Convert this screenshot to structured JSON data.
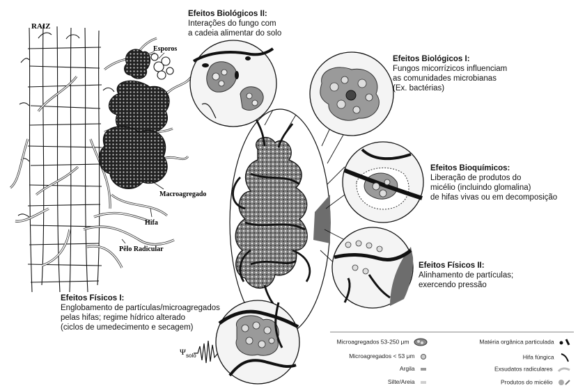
{
  "colors": {
    "line": "#111111",
    "fill_dark": "#2a2a2a",
    "fill_mid": "#8a8a8a",
    "fill_light": "#d6d6d6",
    "wedge": "#6d6d6d"
  },
  "root_panel": {
    "raiz": "RAIZ",
    "esporos": "Esporos",
    "macroagregado": "Macroagregado",
    "hifa": "Hifa",
    "pelo_radicular": "Pêlo Radicular"
  },
  "effects": {
    "bio2": {
      "title": "Efeitos Biológicos II:",
      "lines": [
        "Interações do fungo com",
        "a cadeia alimentar do solo"
      ]
    },
    "bio1": {
      "title": "Efeitos Biológicos I:",
      "lines": [
        "Fungos micorrízicos influenciam",
        "as comunidades microbianas",
        "(Ex. bactérias)"
      ]
    },
    "bioq": {
      "title": "Efeitos Bioquímicos:",
      "lines": [
        "Liberação de produtos do",
        "micélio (incluindo glomalina)",
        "de hifas vivas ou em decomposição"
      ]
    },
    "fis2": {
      "title": "Efeitos Físicos II:",
      "lines": [
        "Alinhamento de partículas;",
        "exercendo pressão"
      ]
    },
    "fis1": {
      "title": "Efeitos Físicos I:",
      "lines": [
        "Englobamento de partículas/microagregados",
        "pelas hifas; regime hídrico alterado",
        "(ciclos de umedecimento e secagem)"
      ]
    }
  },
  "psi_label": "Ψ",
  "psi_sub": "solo",
  "legend": {
    "micro_large": "Microagregados 53-250 μm",
    "micro_small": "Microagregados < 53 μm",
    "argila": "Argila",
    "silte": "Silte/Areia",
    "materia": "Matéria orgânica particulada",
    "hifa_fungica": "Hifa fúngica",
    "exsudatos": "Exsudatos radiculares",
    "produtos": "Produtos do micélio"
  }
}
